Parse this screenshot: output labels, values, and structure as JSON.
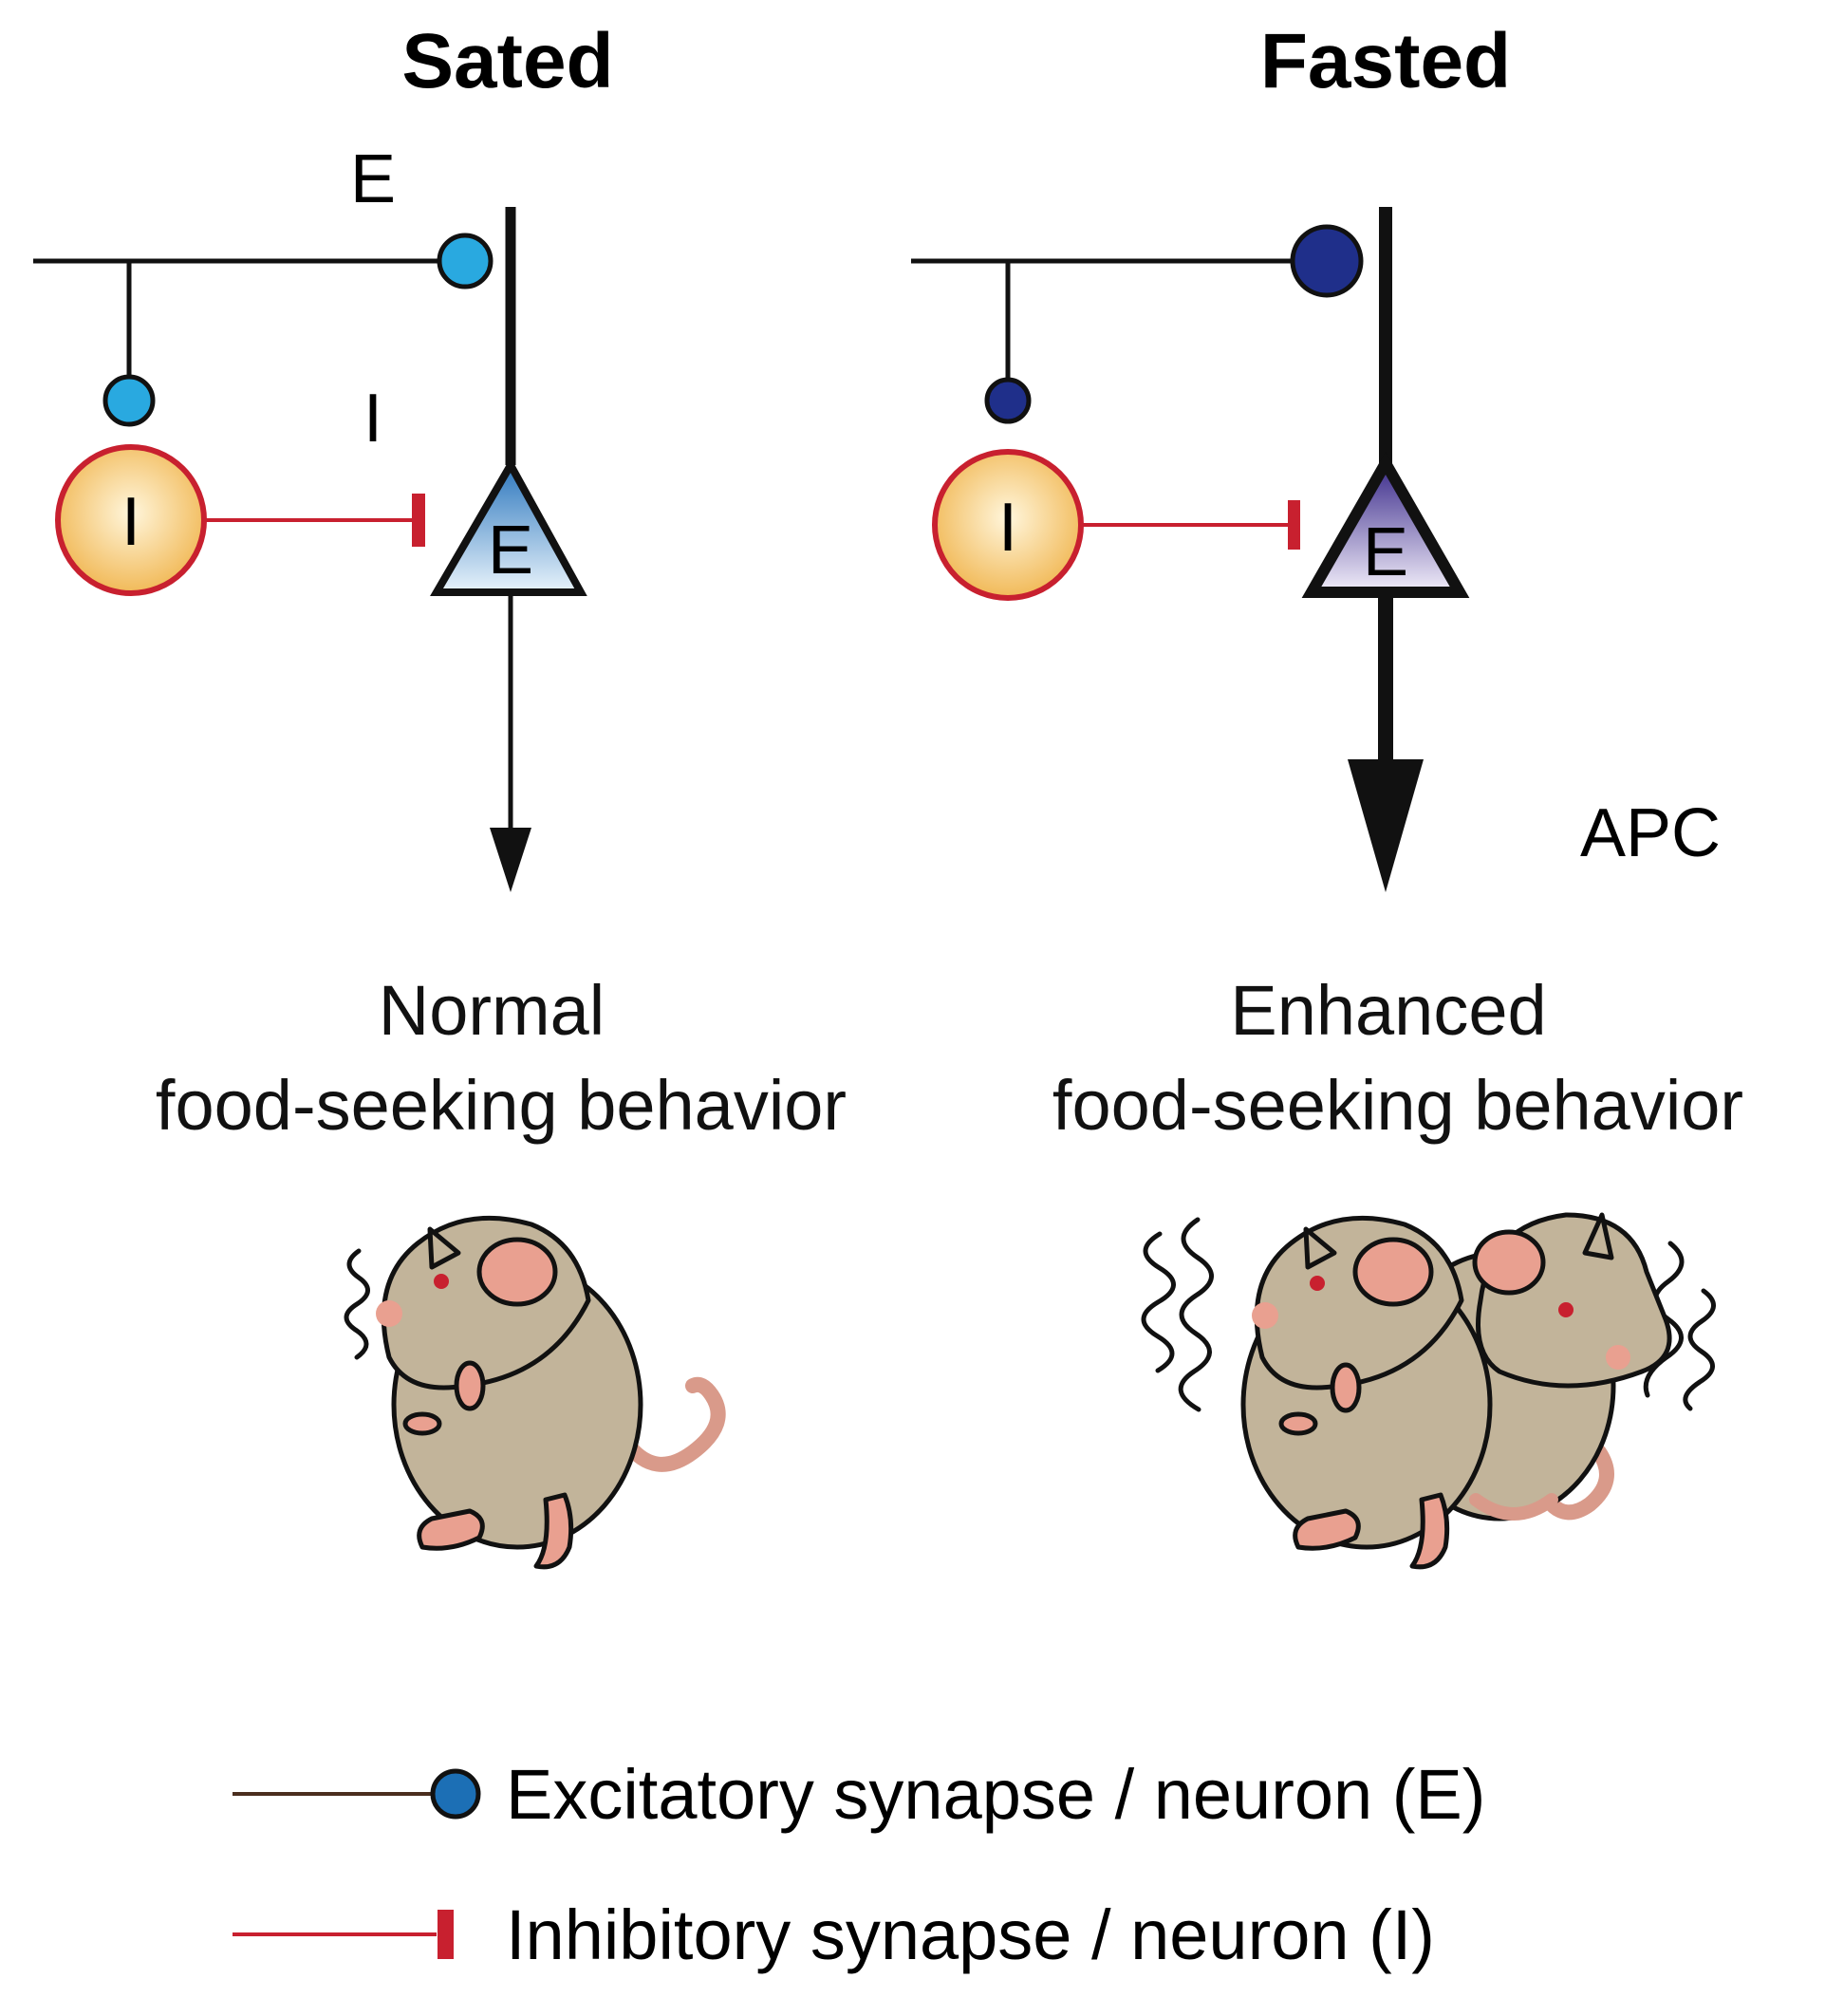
{
  "panels": {
    "sated": {
      "title": "Sated",
      "axon_label": "E",
      "inhibitory_label": "I",
      "interneuron_label": "I",
      "pyramidal_label": "E",
      "caption_line1": "Normal",
      "caption_line2": "food-seeking behavior"
    },
    "fasted": {
      "title": "Fasted",
      "interneuron_label": "I",
      "pyramidal_label": "E",
      "region_label": "APC",
      "caption_line1": "Enhanced",
      "caption_line2": "food-seeking behavior"
    }
  },
  "legend": {
    "excitatory": "Excitatory synapse / neuron (E)",
    "inhibitory": "Inhibitory synapse / neuron (I)"
  },
  "colors": {
    "sated_synapse": "#29a9e0",
    "fasted_synapse": "#1f2f8a",
    "inhibitory": "#c8202f",
    "interneuron_fill": "#f3c46a",
    "pyramidal_sated": "#4a90c8",
    "pyramidal_fasted": "#5a4aa0",
    "legend_synapse": "#1c6fb5",
    "mouse_body": "#c2b49a",
    "mouse_pink": "#e9a090"
  }
}
